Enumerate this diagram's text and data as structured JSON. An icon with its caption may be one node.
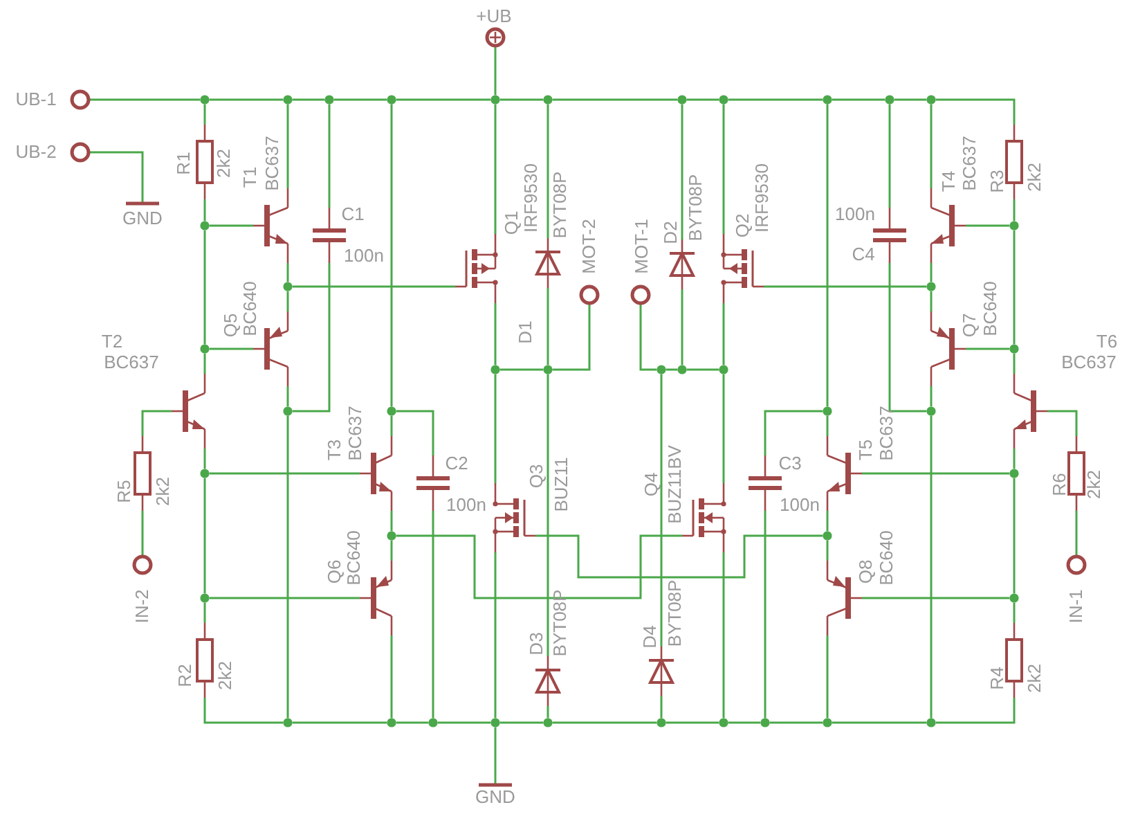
{
  "diagram": {
    "nodes": [
      {
        "text": [],
        "shape": "circle"
      },
      {
        "text": [],
        "shape": "circle"
      },
      {
        "text": [],
        "shape": "circle"
      },
      {
        "text": [],
        "shape": "bar"
      },
      {
        "text": [],
        "shape": "resistor"
      },
      {
        "text": [],
        "shape": "transistor"
      },
      {
        "text": [],
        "shape": "capacitor"
      },
      {
        "text": [],
        "shape": "mosfet"
      },
      {
        "text": [],
        "shape": "diode"
      },
      {
        "text": [],
        "shape": "circle"
      },
      {
        "text": [],
        "shape": "circle"
      },
      {
        "text": [],
        "shape": "diode"
      },
      {
        "text": [],
        "shape": "mosfet"
      },
      {
        "text": [],
        "shape": "capacitor"
      },
      {
        "text": [],
        "shape": "transistor"
      },
      {
        "text": [],
        "shape": "resistor"
      },
      {
        "text": [],
        "shape": "transistor"
      },
      {
        "text": [],
        "shape": "transistor"
      },
      {
        "text": [],
        "shape": "transistor"
      },
      {
        "text": [],
        "shape": "transistor"
      },
      {
        "text": [],
        "shape": "resistor"
      },
      {
        "text": [],
        "shape": "transistor"
      },
      {
        "text": [],
        "shape": "capacitor"
      },
      {
        "text": [],
        "shape": "mosfet"
      },
      {
        "text": [],
        "shape": "mosfet"
      },
      {
        "text": [],
        "shape": "capacitor"
      },
      {
        "text": [],
        "shape": "transistor"
      },
      {
        "text": [],
        "shape": "resistor"
      },
      {
        "text": [],
        "shape": "circle"
      },
      {
        "text": [],
        "shape": "circle"
      },
      {
        "text": [],
        "shape": "transistor"
      },
      {
        "text": [],
        "shape": "transistor"
      },
      {
        "text": [],
        "shape": "resistor"
      },
      {
        "text": [],
        "shape": "diode"
      },
      {
        "text": [],
        "shape": "diode"
      },
      {
        "text": [],
        "shape": "resistor"
      },
      {
        "text": [],
        "shape": "bar"
      },
      {
        "text": [],
        "shape": "dot"
      },
      {
        "text": [],
        "shape": "dot"
      },
      {
        "text": [],
        "shape": "dot"
      },
      {
        "text": [],
        "shape": "dot"
      },
      {
        "text": [],
        "shape": "dot"
      },
      {
        "text": [],
        "shape": "dot"
      },
      {
        "text": [],
        "shape": "dot"
      },
      {
        "text": [],
        "shape": "dot"
      },
      {
        "text": [],
        "shape": "dot"
      },
      {
        "text": [],
        "shape": "dot"
      },
      {
        "text": [],
        "shape": "dot"
      },
      {
        "text": [],
        "shape": "dot"
      },
      {
        "text": [],
        "shape": "dot"
      },
      {
        "text": [],
        "shape": "dot"
      },
      {
        "text": [],
        "shape": "dot"
      },
      {
        "text": [],
        "shape": "dot"
      },
      {
        "text": [],
        "shape": "dot"
      },
      {
        "text": [],
        "shape": "dot"
      },
      {
        "text": [],
        "shape": "dot"
      },
      {
        "text": [],
        "shape": "dot"
      },
      {
        "text": [],
        "shape": "dot"
      },
      {
        "text": [],
        "shape": "dot"
      },
      {
        "text": [],
        "shape": "dot"
      },
      {
        "text": [],
        "shape": "dot"
      },
      {
        "text": [],
        "shape": "dot"
      },
      {
        "text": [],
        "shape": "dot"
      },
      {
        "text": [],
        "shape": "dot"
      },
      {
        "text": [],
        "shape": "dot"
      },
      {
        "text": [],
        "shape": "dot"
      },
      {
        "text": [],
        "shape": "dot"
      },
      {
        "text": [],
        "shape": "dot"
      },
      {
        "text": [],
        "shape": "dot"
      },
      {
        "text": [],
        "shape": "dot"
      },
      {
        "text": [],
        "shape": "dot"
      },
      {
        "text": [],
        "shape": "dot"
      },
      {
        "text": [],
        "shape": "dot"
      },
      {
        "text": [],
        "shape": "dot"
      },
      {
        "text": [],
        "shape": "dot"
      },
      {
        "text": [],
        "shape": "dot"
      },
      {
        "text": [],
        "shape": "dot"
      },
      {
        "text": [],
        "shape": "dot"
      },
      {
        "text": [],
        "shape": "dot"
      }
    ],
    "edges": [
      {
        "from": 0,
        "to": 37,
        "arrow": "none"
      },
      {
        "from": 37,
        "to": 38,
        "arrow": "none"
      },
      {
        "from": 38,
        "to": 39,
        "arrow": "none"
      },
      {
        "from": 39,
        "to": 40,
        "arrow": "none"
      },
      {
        "from": 40,
        "to": 41,
        "arrow": "none"
      },
      {
        "from": 41,
        "to": 42,
        "arrow": "none"
      },
      {
        "from": 42,
        "to": 43,
        "arrow": "none"
      },
      {
        "from": 43,
        "to": 44,
        "arrow": "none"
      },
      {
        "from": 44,
        "to": 45,
        "arrow": "none"
      },
      {
        "from": 45,
        "to": 46,
        "arrow": "none"
      },
      {
        "from": 46,
        "to": 47,
        "arrow": "none"
      },
      {
        "from": 47,
        "to": 15,
        "arrow": "none"
      },
      {
        "from": 1,
        "to": 3,
        "arrow": "none"
      },
      {
        "from": 2,
        "to": 41,
        "arrow": "none"
      },
      {
        "from": 37,
        "to": 4,
        "arrow": "none"
      },
      {
        "from": 4,
        "to": 48,
        "arrow": "none"
      },
      {
        "from": 48,
        "to": 5,
        "arrow": "none"
      },
      {
        "from": 48,
        "to": 52,
        "arrow": "none"
      },
      {
        "from": 52,
        "to": 16,
        "arrow": "none"
      },
      {
        "from": 52,
        "to": 18,
        "arrow": "none"
      },
      {
        "from": 18,
        "to": 20,
        "arrow": "none"
      },
      {
        "from": 20,
        "to": 28,
        "arrow": "none"
      },
      {
        "from": 18,
        "to": 63,
        "arrow": "none"
      },
      {
        "from": 63,
        "to": 21,
        "arrow": "none"
      },
      {
        "from": 63,
        "to": 67,
        "arrow": "none"
      },
      {
        "from": 67,
        "to": 30,
        "arrow": "none"
      },
      {
        "from": 67,
        "to": 32,
        "arrow": "none"
      },
      {
        "from": 32,
        "to": 69,
        "arrow": "none"
      },
      {
        "from": 38,
        "to": 5,
        "arrow": "none"
      },
      {
        "from": 5,
        "to": 50,
        "arrow": "none"
      },
      {
        "from": 50,
        "to": 16,
        "arrow": "none"
      },
      {
        "from": 50,
        "to": 7,
        "arrow": "none"
      },
      {
        "from": 16,
        "to": 59,
        "arrow": "none"
      },
      {
        "from": 59,
        "to": 69,
        "arrow": "none"
      },
      {
        "from": 59,
        "to": 6,
        "arrow": "none"
      },
      {
        "from": 39,
        "to": 6,
        "arrow": "none"
      },
      {
        "from": 40,
        "to": 60,
        "arrow": "none"
      },
      {
        "from": 60,
        "to": 21,
        "arrow": "none"
      },
      {
        "from": 60,
        "to": 22,
        "arrow": "none"
      },
      {
        "from": 22,
        "to": 71,
        "arrow": "none"
      },
      {
        "from": 21,
        "to": 65,
        "arrow": "none"
      },
      {
        "from": 65,
        "to": 30,
        "arrow": "none"
      },
      {
        "from": 65,
        "to": 24,
        "arrow": "none"
      },
      {
        "from": 30,
        "to": 70,
        "arrow": "none"
      },
      {
        "from": 69,
        "to": 70,
        "arrow": "none"
      },
      {
        "from": 70,
        "to": 71,
        "arrow": "none"
      },
      {
        "from": 71,
        "to": 72,
        "arrow": "none"
      },
      {
        "from": 72,
        "to": 73,
        "arrow": "none"
      },
      {
        "from": 73,
        "to": 74,
        "arrow": "none"
      },
      {
        "from": 74,
        "to": 75,
        "arrow": "none"
      },
      {
        "from": 75,
        "to": 76,
        "arrow": "none"
      },
      {
        "from": 76,
        "to": 77,
        "arrow": "none"
      },
      {
        "from": 77,
        "to": 78,
        "arrow": "none"
      },
      {
        "from": 78,
        "to": 35,
        "arrow": "none"
      },
      {
        "from": 41,
        "to": 7,
        "arrow": "none"
      },
      {
        "from": 7,
        "to": 54,
        "arrow": "none"
      },
      {
        "from": 54,
        "to": 23,
        "arrow": "none"
      },
      {
        "from": 23,
        "to": 72,
        "arrow": "none"
      },
      {
        "from": 72,
        "to": 36,
        "arrow": "none"
      },
      {
        "from": 42,
        "to": 8,
        "arrow": "none"
      },
      {
        "from": 8,
        "to": 55,
        "arrow": "none"
      },
      {
        "from": 54,
        "to": 55,
        "arrow": "none"
      },
      {
        "from": 55,
        "to": 9,
        "arrow": "none"
      },
      {
        "from": 55,
        "to": 33,
        "arrow": "none"
      },
      {
        "from": 33,
        "to": 73,
        "arrow": "none"
      },
      {
        "from": 23,
        "to": 66,
        "arrow": "none"
      },
      {
        "from": 10,
        "to": 56,
        "arrow": "none"
      },
      {
        "from": 56,
        "to": 57,
        "arrow": "none"
      },
      {
        "from": 57,
        "to": 58,
        "arrow": "none"
      },
      {
        "from": 56,
        "to": 34,
        "arrow": "none"
      },
      {
        "from": 34,
        "to": 74,
        "arrow": "none"
      },
      {
        "from": 43,
        "to": 11,
        "arrow": "none"
      },
      {
        "from": 11,
        "to": 57,
        "arrow": "none"
      },
      {
        "from": 44,
        "to": 12,
        "arrow": "none"
      },
      {
        "from": 12,
        "to": 58,
        "arrow": "none"
      },
      {
        "from": 58,
        "to": 24,
        "arrow": "none"
      },
      {
        "from": 24,
        "to": 75,
        "arrow": "none"
      },
      {
        "from": 12,
        "to": 51,
        "arrow": "none"
      },
      {
        "from": 45,
        "to": 61,
        "arrow": "none"
      },
      {
        "from": 61,
        "to": 26,
        "arrow": "none"
      },
      {
        "from": 61,
        "to": 25,
        "arrow": "none"
      },
      {
        "from": 25,
        "to": 76,
        "arrow": "none"
      },
      {
        "from": 26,
        "to": 66,
        "arrow": "none"
      },
      {
        "from": 66,
        "to": 31,
        "arrow": "none"
      },
      {
        "from": 31,
        "to": 77,
        "arrow": "none"
      },
      {
        "from": 46,
        "to": 13,
        "arrow": "none"
      },
      {
        "from": 13,
        "to": 62,
        "arrow": "none"
      },
      {
        "from": 47,
        "to": 14,
        "arrow": "none"
      },
      {
        "from": 14,
        "to": 51,
        "arrow": "none"
      },
      {
        "from": 51,
        "to": 17,
        "arrow": "none"
      },
      {
        "from": 17,
        "to": 62,
        "arrow": "none"
      },
      {
        "from": 62,
        "to": 78,
        "arrow": "none"
      },
      {
        "from": 14,
        "to": 49,
        "arrow": "none"
      },
      {
        "from": 15,
        "to": 49,
        "arrow": "none"
      },
      {
        "from": 49,
        "to": 53,
        "arrow": "none"
      },
      {
        "from": 17,
        "to": 53,
        "arrow": "none"
      },
      {
        "from": 53,
        "to": 19,
        "arrow": "none"
      },
      {
        "from": 19,
        "to": 64,
        "arrow": "none"
      },
      {
        "from": 26,
        "to": 64,
        "arrow": "none"
      },
      {
        "from": 64,
        "to": 68,
        "arrow": "none"
      },
      {
        "from": 31,
        "to": 68,
        "arrow": "none"
      },
      {
        "from": 68,
        "to": 35,
        "arrow": "none"
      },
      {
        "from": 19,
        "to": 27,
        "arrow": "none"
      },
      {
        "from": 27,
        "to": 29,
        "arrow": "none"
      }
    ],
    "labels": [
      "+UB",
      "UB-1",
      "UB-2",
      "R1",
      "2k2",
      "T1",
      "BC637",
      "C1",
      "100n",
      "GND",
      "Q1",
      "IRF9530",
      "D1",
      "BYT08P",
      "MOT-2",
      "MOT-1",
      "D2",
      "BYT08P",
      "Q2",
      "IRF9530",
      "100n",
      "C4",
      "T4",
      "BC637",
      "R3",
      "2k2",
      "Q5",
      "BC640",
      "Q7",
      "BC640",
      "T2",
      "BC637",
      "T6",
      "BC637",
      "BC637",
      "T3",
      "T5",
      "BC637",
      "C2",
      "C3",
      "R5",
      "2k2",
      "R6",
      "2k2",
      "BUZ11",
      "Q3",
      "Q4",
      "BUZ11BV",
      "100n",
      "100n",
      "BC640",
      "Q6",
      "Q8",
      "BC640",
      "IN-2",
      "IN-1",
      "BYT08P",
      "D3",
      "D4",
      "BYT08P",
      "R2",
      "2k2",
      "R4",
      "2k2",
      "GND"
    ]
  }
}
